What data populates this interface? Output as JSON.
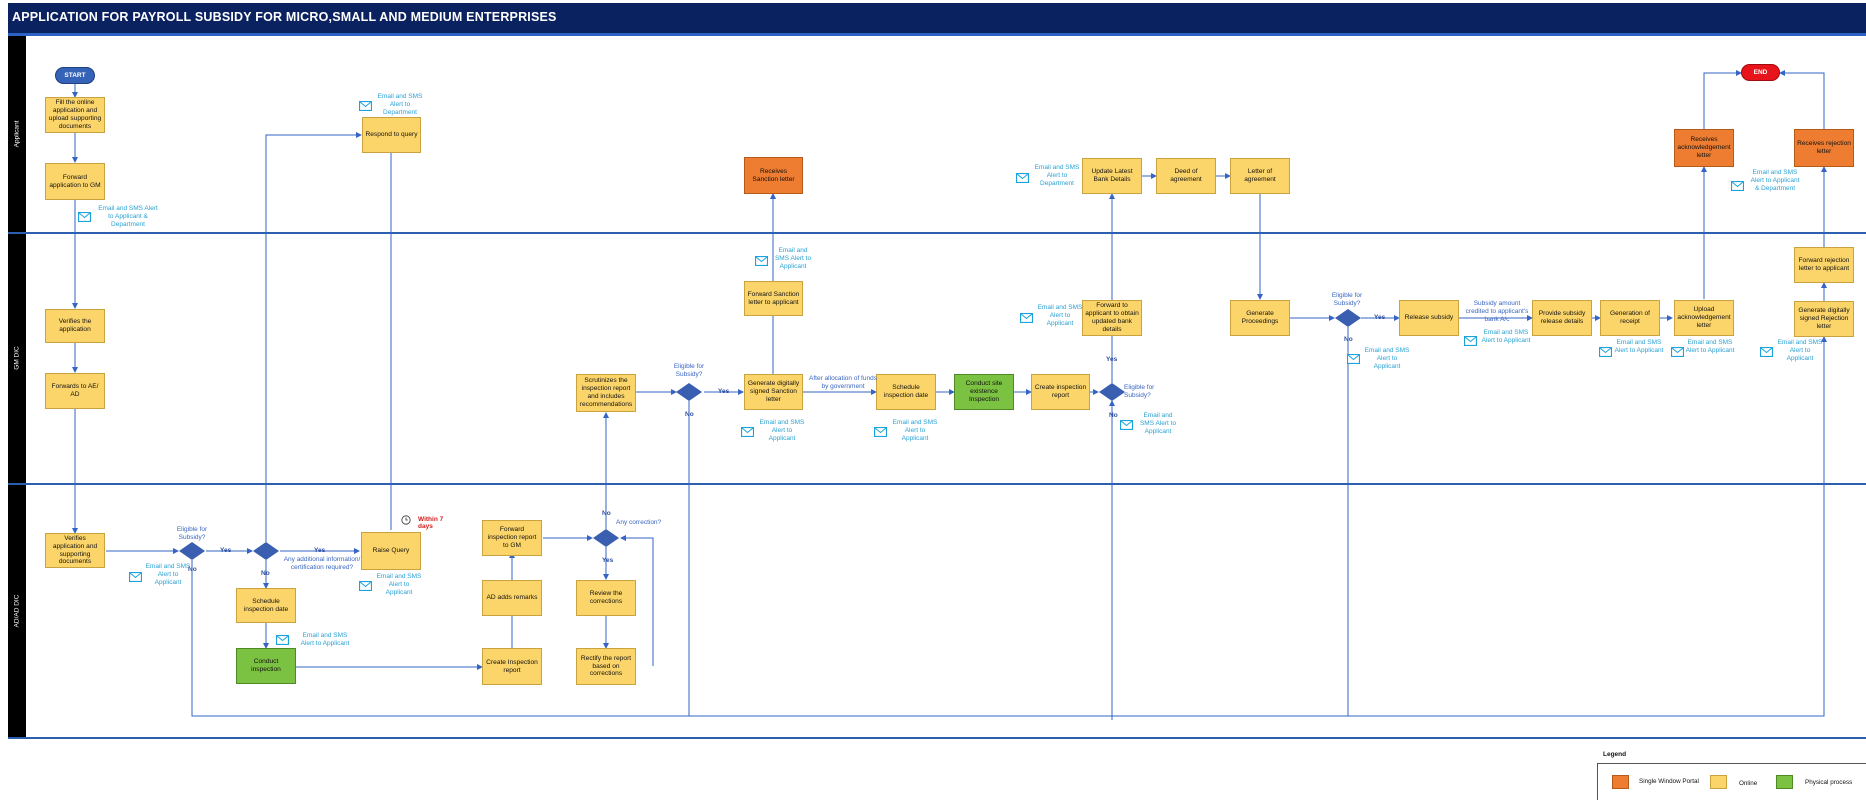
{
  "title": "APPLICATION FOR PAYROLL SUBSIDY FOR MICRO,SMALL AND MEDIUM ENTERPRISES",
  "lanes": {
    "applicant": "Applicant",
    "gm_dic": "GM DIC",
    "ad_ad_dic": "AD/AD DIC"
  },
  "colors": {
    "header": "#0b2261",
    "online": "#fcd56a",
    "portal": "#ef7d31",
    "physical": "#7cc242",
    "start": "#3563b7",
    "end": "#e8141c",
    "decision": "#3a5fb0",
    "connector": "#3564c6",
    "note": "#2aa1d4",
    "deadline": "#d21c1c"
  },
  "terminals": {
    "start": "START",
    "end": "END"
  },
  "nodes": {
    "fill_online_application": "Fill the online application and upload supporting documents",
    "forward_application_gm": "Forward application to GM",
    "respond_to_query": "Respond to query",
    "receives_sanction_letter": "Receives Sanction letter",
    "update_bank_details": "Update Latest Bank Details",
    "deed_of_agreement": "Deed of agreement",
    "letter_of_agreement": "Letter of agreement",
    "receives_acknowledgement": "Receives acknowledgement letter",
    "receives_rejection": "Receives rejection letter",
    "verifies_application": "Verifies the application",
    "forwards_to_ad": "Forwards to AE/ AD",
    "forward_sanction_letter": "Forward Sanction letter to applicant",
    "scrutinizes_report": "Scrutinizes the inspection report and includes recommendations",
    "generate_sanction_letter": "Generate digitally signed Sanction letter",
    "schedule_inspection_gm": "Schedule inspection date",
    "conduct_site_inspection": "Conduct site existence Inspection",
    "create_inspection_report_gm": "Create inspection report",
    "forward_for_bank_details": "Forward to applicant to obtain updated bank details",
    "generate_proceedings": "Generate Proceedings",
    "release_subsidy": "Release subsidy",
    "provide_release_details": "Provide subsidy release details",
    "generation_of_receipt": "Generation of receipt",
    "upload_acknowledgement": "Upload acknowledgement letter",
    "forward_rejection_letter": "Forward rejection letter to applicant",
    "generate_rejection_letter": "Generate digitally signed Rejection letter",
    "verifies_supporting_docs": "Verifies application and supporting documents",
    "raise_query": "Raise Query",
    "forward_report_gm": "Forward inspection report to GM",
    "ad_adds_remarks": "AD adds remarks",
    "review_corrections": "Review the corrections",
    "schedule_inspection_ad": "Schedule inspection date",
    "conduct_inspection": "Conduct inspection",
    "create_inspection_report_ad": "Create Inspection report",
    "rectify_report": "Rectify the report based on corrections"
  },
  "decisions": {
    "eligible_ad": "Eligible for Subsidy?",
    "additional_info": "Any additional information/ certification required?",
    "any_correction": "Any correction?",
    "eligible_gm_1": "Eligible for Subsidy?",
    "eligible_gm_2": "Eligible for Subsidy?",
    "eligible_gm_3": "Eligible for Subsidy?"
  },
  "yes_no": {
    "yes": "Yes",
    "no": "No"
  },
  "edge_labels": {
    "after_allocation": "After allocation of funds by government",
    "amount_credited": "Subsidy amount credited to applicant's bank A/c"
  },
  "time_limit": "Within 7 days",
  "notes": {
    "alert_to_department": "Email and SMS Alert to Department",
    "alert_applicant_department": "Email and SMS Alert to Applicant & Department",
    "alert_to_applicant": "Email and SMS Alert to Applicant"
  },
  "legend": {
    "title": "Legend",
    "portal": "Single Window Portal",
    "online": "Online",
    "physical": "Physical process"
  }
}
